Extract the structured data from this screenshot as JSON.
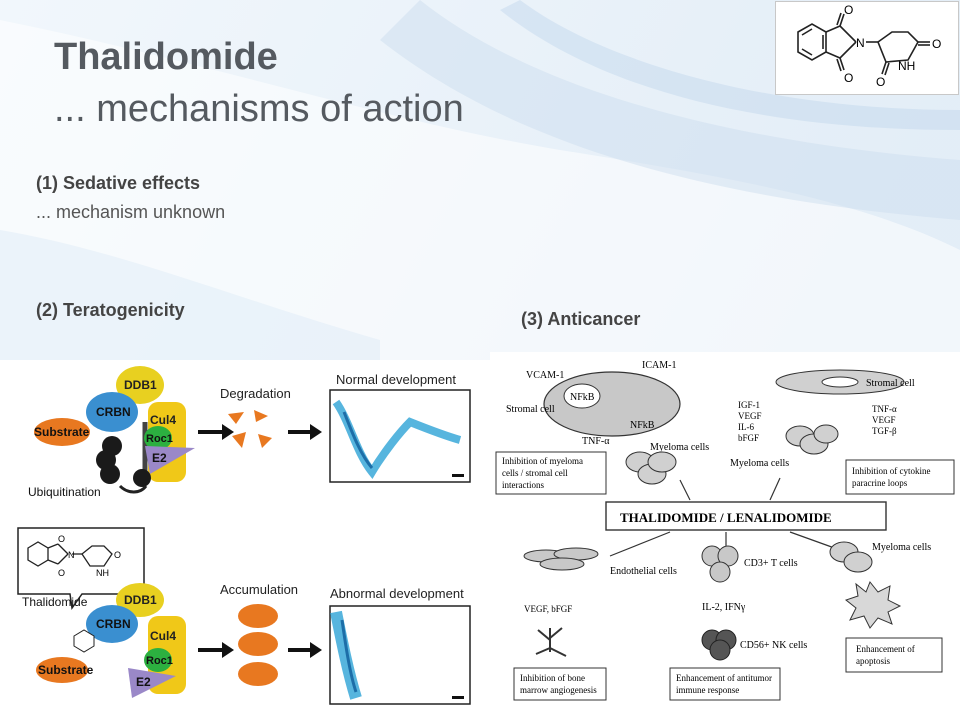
{
  "slide": {
    "title": "Thalidomide",
    "subtitle": "... mechanisms of action"
  },
  "molecule": {
    "o_top": "O",
    "o_bottom": "O",
    "o_right": "O",
    "o_lower": "O",
    "n_left": "N",
    "nh": "NH"
  },
  "sections": {
    "sedative": {
      "heading": "(1) Sedative effects",
      "note": "... mechanism unknown"
    },
    "teratogenicity": {
      "heading": "(2) Teratogenicity"
    },
    "anticancer": {
      "heading": "(3) Anticancer"
    }
  },
  "teratogenicity_figure": {
    "top": {
      "ddb1": "DDB1",
      "crbn": "CRBN",
      "cul4": "Cul4",
      "substrate": "Substrate",
      "roc1": "Roc1",
      "e2": "E2",
      "ubiquitination": "Ubiquitination",
      "degradation": "Degradation",
      "outcome": "Normal development"
    },
    "bottom": {
      "drug_label": "Thalidomide",
      "o1": "O",
      "o2": "O",
      "o3": "O",
      "nh": "NH",
      "n": "N",
      "ddb1": "DDB1",
      "crbn": "CRBN",
      "cul4": "Cul4",
      "substrate": "Substrate",
      "roc1": "Roc1",
      "e2": "E2",
      "accumulation": "Accumulation",
      "outcome": "Abnormal development"
    },
    "colors": {
      "ddb1": "#e8d020",
      "crbn": "#3a8fd0",
      "cul4": "#f0c818",
      "substrate": "#e87820",
      "roc1": "#2cb040",
      "e2": "#9a88c8",
      "ubiquitin": "#1a1a1a",
      "embryo": "#3aa8d8"
    }
  },
  "anticancer_figure": {
    "vcam": "VCAM-1",
    "icam": "ICAM-1",
    "nfkb1": "NFkB",
    "nfkb2": "NFkB",
    "stromal_left": "Stromal cell",
    "stromal_right": "Stromal cell",
    "tnfa_left": "TNF-α",
    "myeloma_cells_a": "Myeloma cells",
    "cytokines_left": [
      "IGF-1",
      "VEGF",
      "IL-6",
      "bFGF"
    ],
    "cytokines_right": [
      "TNF-α",
      "VEGF",
      "TGF-β"
    ],
    "myeloma_cells_b": "Myeloma cells",
    "box_inhibition_myeloma": [
      "Inhibition of myeloma",
      "cells / stromal cell",
      "interactions"
    ],
    "box_inhibition_cytokine": [
      "Inhibition of cytokine",
      "paracrine loops"
    ],
    "center": "THALIDOMIDE / LENALIDOMIDE",
    "endothelial": "Endothelial cells",
    "cd3": "CD3+ T cells",
    "myeloma_cells_c": "Myeloma cells",
    "vegf_bfgf": "VEGF, bFGF",
    "il2": "IL-2, IFNγ",
    "cd56": "CD56+ NK cells",
    "box_bone": [
      "Inhibition of bone",
      "marrow angiogenesis"
    ],
    "box_antitumor": [
      "Enhancement of antitumor",
      "immune response"
    ],
    "box_apoptosis": [
      "Enhancement of",
      "apoptosis"
    ]
  }
}
